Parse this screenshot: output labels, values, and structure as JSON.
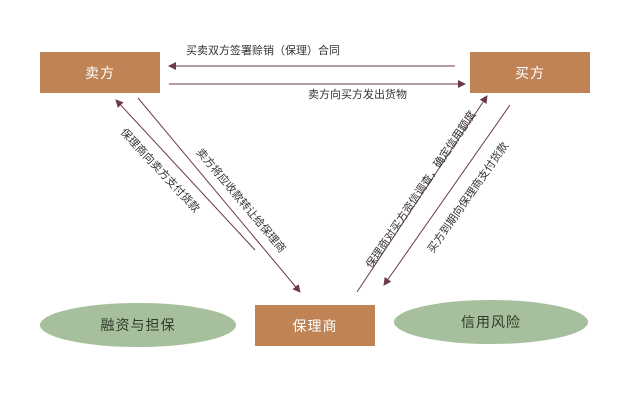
{
  "nodes": {
    "seller": "卖方",
    "buyer": "买方",
    "factor": "保理商",
    "financing": "融资与担保",
    "credit_risk": "信用风险"
  },
  "edges": {
    "sign_cancel_contract": "买卖双方签署赊销（保理）合同",
    "seller_ships_goods": "卖方向买方发出货物",
    "factor_pays_seller": "保理商向卖方支付货款",
    "seller_transfers_receivables": "卖方将应收款转让给保理商",
    "factor_investigates_buyer": "保理商对买方资信调查，确定信用额度",
    "buyer_pays_factor": "买方到期向保理商支付货款"
  },
  "colors": {
    "box_fill": "#bf8356",
    "ellipse_fill": "#a6bf9c",
    "arrow": "#6b3a45"
  }
}
